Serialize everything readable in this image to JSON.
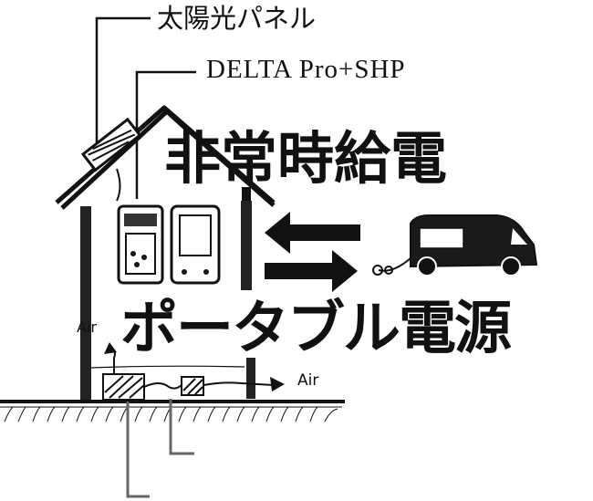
{
  "labels": {
    "solar_panel": "太陽光パネル",
    "device": "DELTA Pro+SHP",
    "emergency_power": "非常時給電",
    "portable_power": "ポータブル電源",
    "air_in": "Air",
    "air_out": "Air"
  },
  "colors": {
    "ink": "#111111",
    "callout": "#666666"
  }
}
